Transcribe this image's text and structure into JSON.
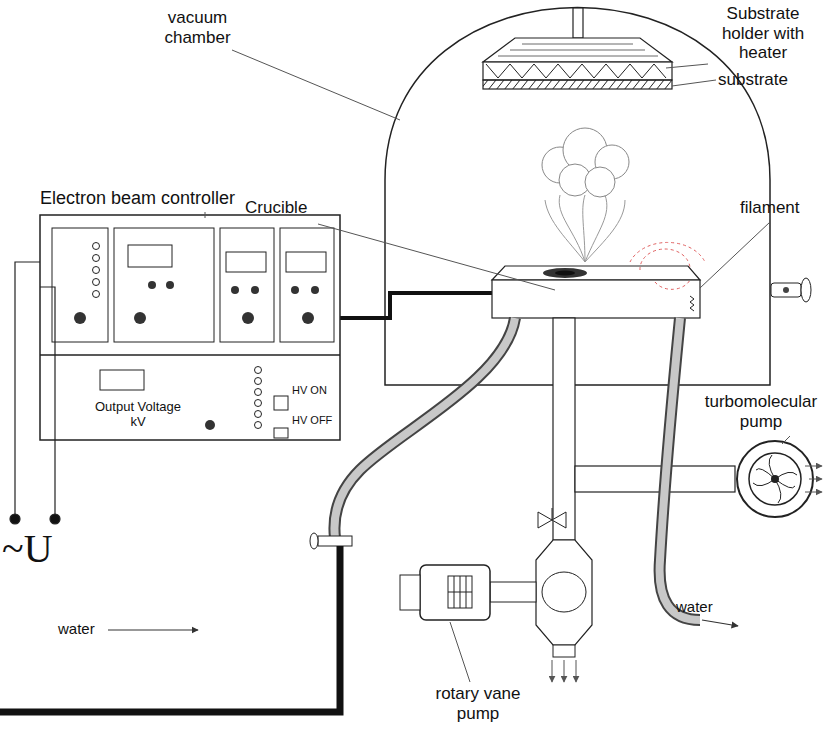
{
  "diagram": {
    "labels": [
      "vacuum chamber",
      "Substrate holder with heater",
      "substrate",
      "Electron beam controller",
      "Crucible",
      "filament",
      "Output Voltage kV",
      "HV ON",
      "HV OFF",
      "turbomolecular pump",
      "~U",
      "water",
      "water",
      "rotary vane pump"
    ]
  }
}
